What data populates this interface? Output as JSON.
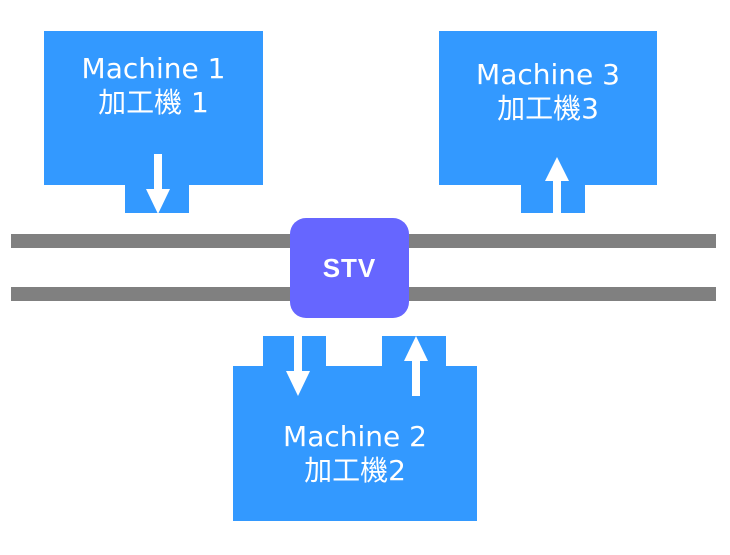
{
  "diagram": {
    "rail": {
      "color": "#808080"
    },
    "stv": {
      "label": "STV",
      "color": "#6666ff"
    },
    "machines": [
      {
        "name_en": "Machine 1",
        "name_ja": "加工機 1",
        "direction": "down",
        "color": "#3399ff"
      },
      {
        "name_en": "Machine 2",
        "name_ja": "加工機2",
        "direction": "down-and-up",
        "color": "#3399ff"
      },
      {
        "name_en": "Machine 3",
        "name_ja": "加工機3",
        "direction": "up",
        "color": "#3399ff"
      }
    ]
  }
}
